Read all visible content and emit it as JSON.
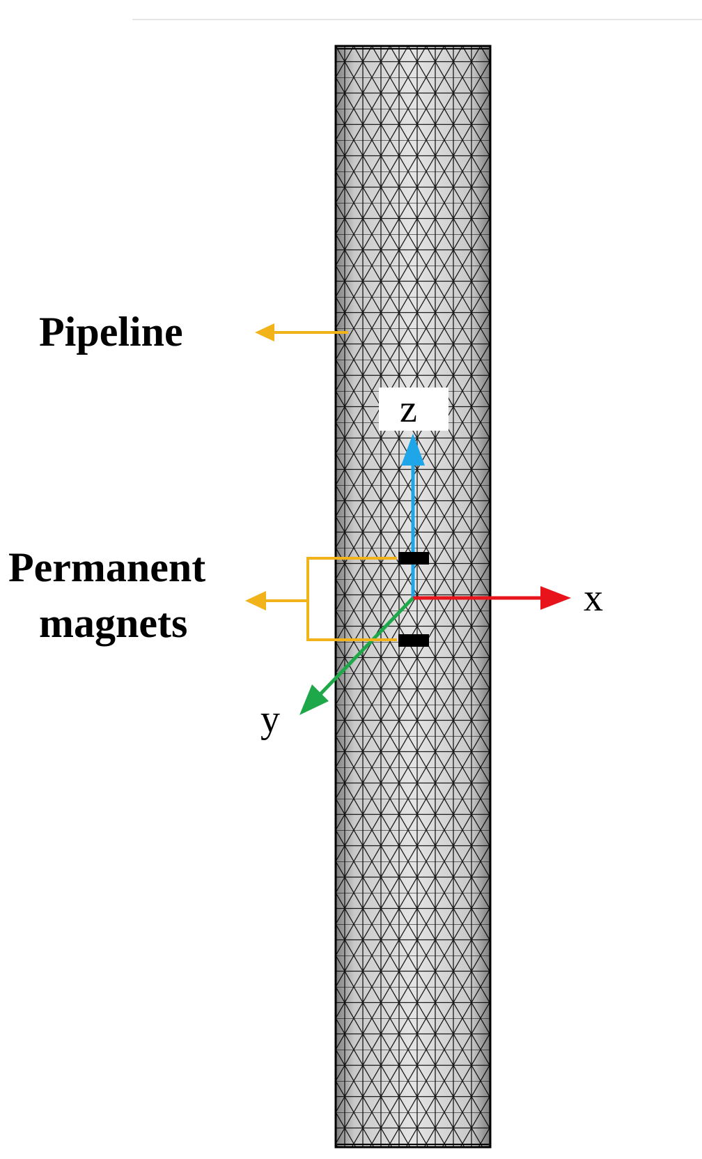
{
  "labels": {
    "pipeline": "Pipeline",
    "permanent_line1": "Permanent",
    "permanent_line2": "magnets"
  },
  "axes": {
    "x": "x",
    "y": "y",
    "z": "z"
  },
  "colors": {
    "callout": "#F2B21A",
    "x_axis": "#E8141B",
    "y_axis": "#1FA84A",
    "z_axis": "#1EA6E8",
    "magnet": "#000000",
    "mesh_line": "#1a1a1a",
    "pipe_fill": "#e4e4e4"
  }
}
